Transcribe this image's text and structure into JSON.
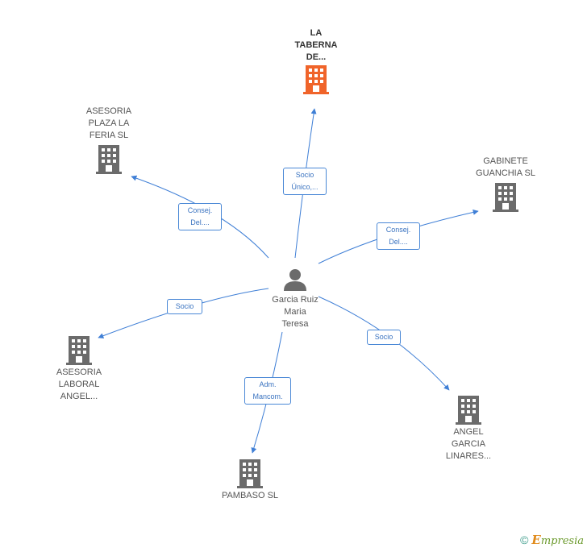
{
  "diagram": {
    "person": {
      "label": "Garcia Ruiz\nMaria\nTeresa",
      "icon": "person-icon"
    },
    "companies": [
      {
        "id": "taberna",
        "label": "LA\nTABERNA\nDE...",
        "icon": "building-icon",
        "highlight": true
      },
      {
        "id": "asesoria-plaza",
        "label": "ASESORIA\nPLAZA LA\nFERIA SL",
        "icon": "building-icon"
      },
      {
        "id": "gabinete",
        "label": "GABINETE\nGUANCHIA SL",
        "icon": "building-icon"
      },
      {
        "id": "asesoria-laboral",
        "label": "ASESORIA\nLABORAL\nANGEL...",
        "icon": "building-icon"
      },
      {
        "id": "angel-garcia",
        "label": "ANGEL\nGARCIA\nLINARES...",
        "icon": "building-icon"
      },
      {
        "id": "pambaso",
        "label": "PAMBASO SL",
        "icon": "building-icon"
      }
    ],
    "relations": [
      {
        "to": "taberna",
        "label": "Socio\nÚnico,..."
      },
      {
        "to": "asesoria-plaza",
        "label": "Consej.\nDel...."
      },
      {
        "to": "gabinete",
        "label": "Consej.\nDel...."
      },
      {
        "to": "asesoria-laboral",
        "label": "Socio"
      },
      {
        "to": "angel-garcia",
        "label": "Socio"
      },
      {
        "to": "pambaso",
        "label": "Adm.\nMancom."
      }
    ],
    "colors": {
      "edge": "#3f7fd6",
      "icon": "#6b6b6b",
      "highlight": "#f0642a"
    }
  },
  "footer": {
    "copyright": "©",
    "brand_initial": "E",
    "brand_rest": "mpresia"
  }
}
